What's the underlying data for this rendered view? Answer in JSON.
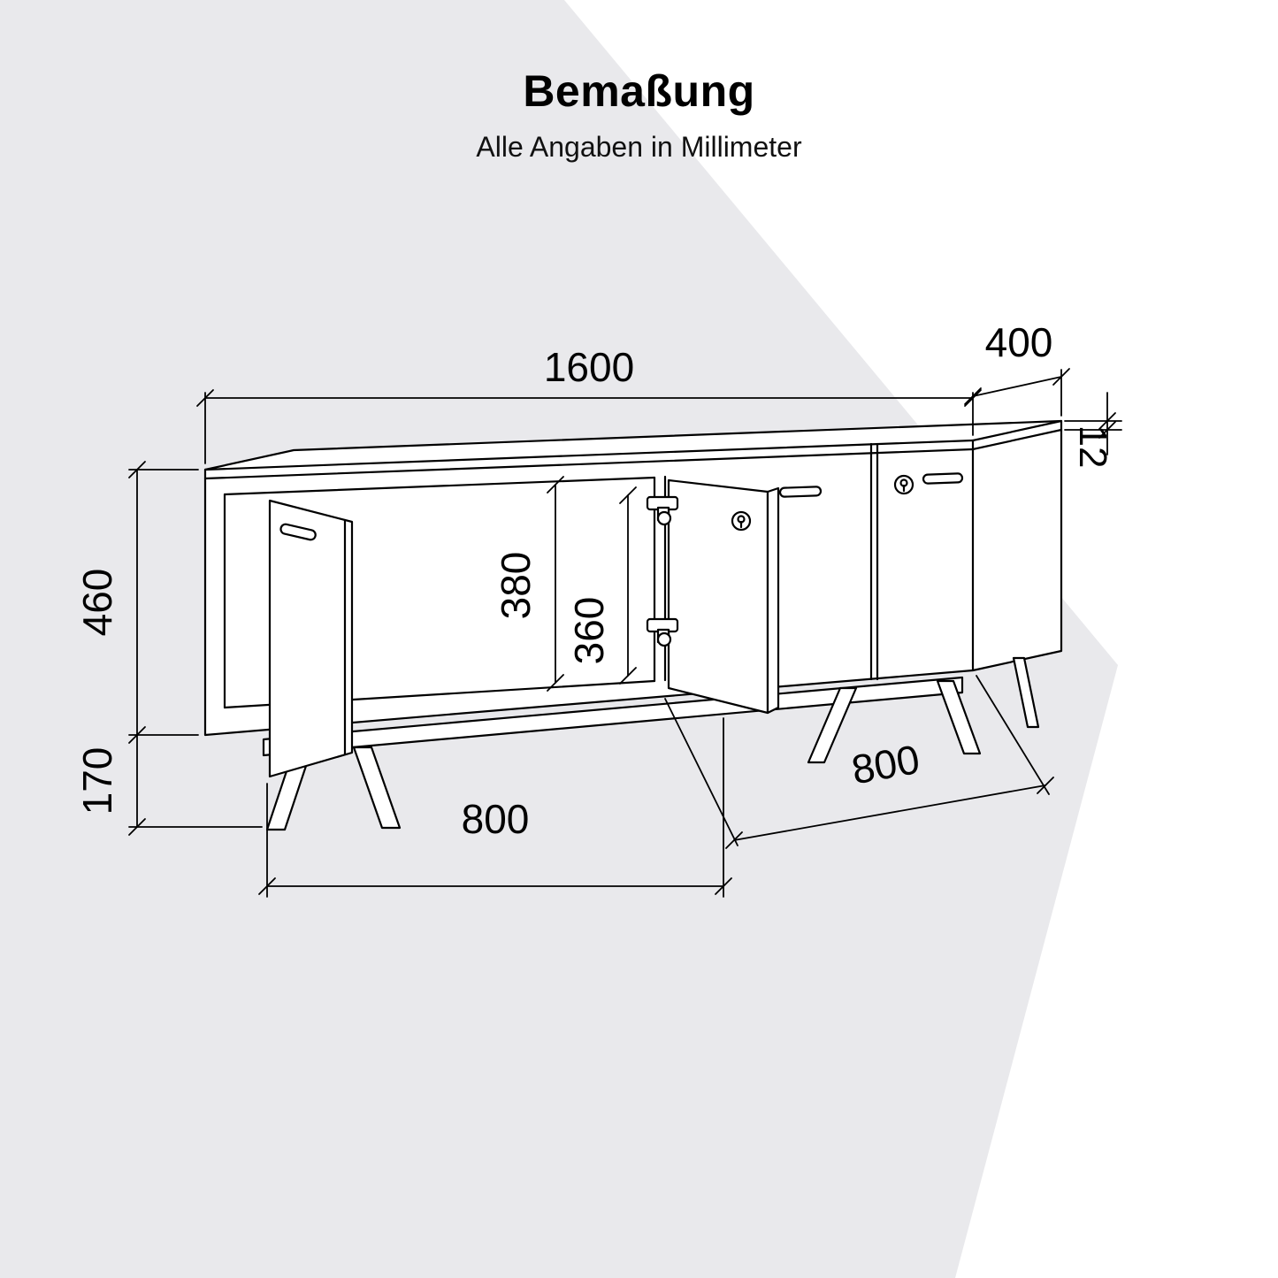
{
  "header": {
    "title": "Bemaßung",
    "subtitle": "Alle Angaben in Millimeter"
  },
  "colors": {
    "watermark": "#e9e9ec",
    "line": "#000000",
    "background": "#ffffff"
  },
  "dimensions": {
    "total_width": "1600",
    "depth": "400",
    "top_thickness": "12",
    "body_height": "460",
    "leg_height": "170",
    "inner_height_left": "380",
    "inner_height_right": "360",
    "left_section_width": "800",
    "right_section_width": "800"
  }
}
